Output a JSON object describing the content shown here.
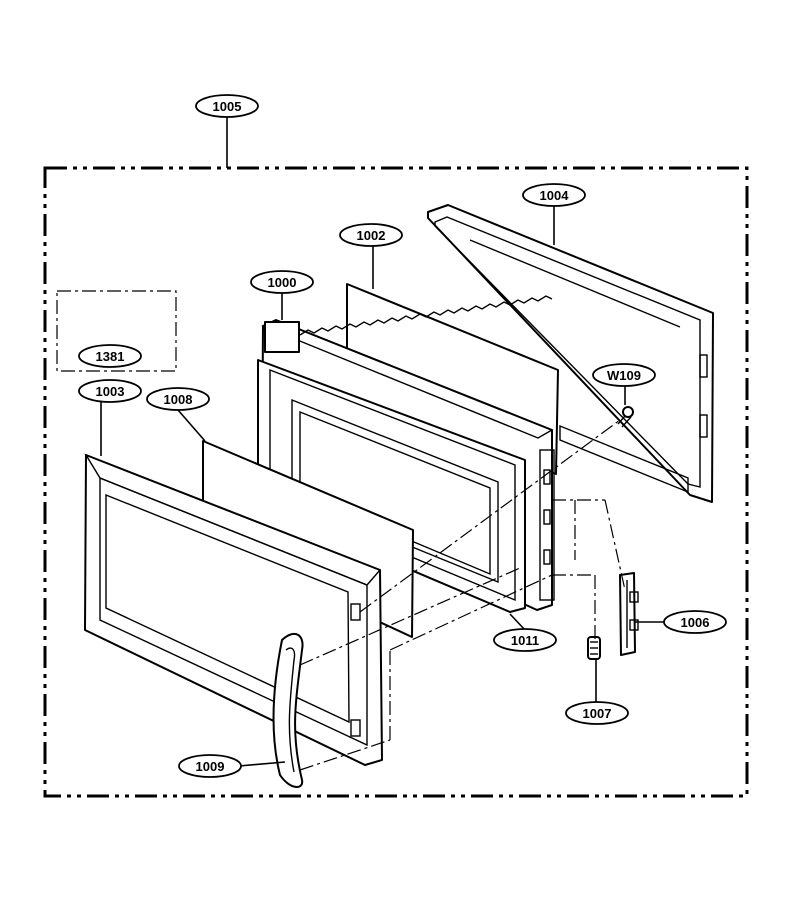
{
  "callouts": {
    "c1005": "1005",
    "c1004": "1004",
    "c1002": "1002",
    "c1000": "1000",
    "c1381": "1381",
    "c1003": "1003",
    "c1008": "1008",
    "cW109": "W109",
    "c1006": "1006",
    "c1011": "1011",
    "c1007": "1007",
    "c1009": "1009"
  }
}
